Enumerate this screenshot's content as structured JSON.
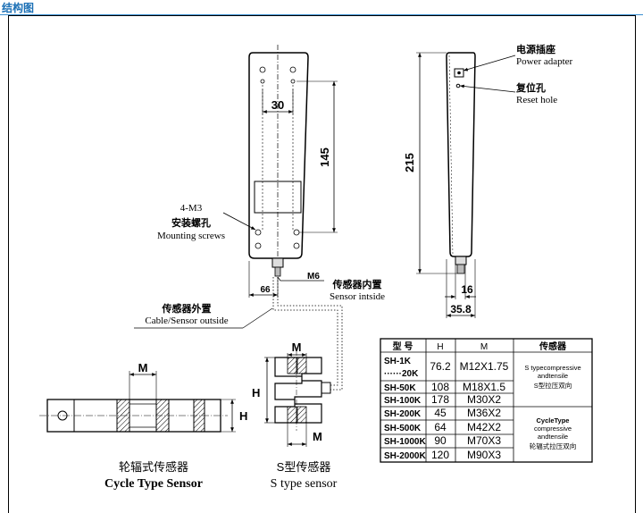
{
  "header": {
    "title": "结构图"
  },
  "front_view": {
    "dim_width": "30",
    "dim_height": "145",
    "mount_cn_1": "4-M3",
    "mount_cn_2": "安装螺孔",
    "mount_en": "Mounting screws",
    "dim_bottom": "66",
    "dim_thread": "M6",
    "sensor_inside_cn": "传感器内置",
    "sensor_inside_en": "Sensor intside",
    "sensor_outside_cn": "传感器外置",
    "sensor_outside_en": "Cable/Sensor outside"
  },
  "side_view": {
    "power_cn": "电源插座",
    "power_en": "Power adapter",
    "reset_cn": "复位孔",
    "reset_en": "Reset hole",
    "dim_length": "215",
    "dim_16": "16",
    "dim_358": "35.8"
  },
  "cycle_sensor": {
    "label_m": "M",
    "label_h": "H",
    "title_cn": "轮辐式传感器",
    "title_en": "Cycle Type Sensor"
  },
  "s_sensor": {
    "label_m_top": "M",
    "label_h": "H",
    "label_m_bottom": "M",
    "title_cn": "S型传感器",
    "title_en": "S type sensor"
  },
  "spec_table": {
    "headers": [
      "型  号",
      "H",
      "M",
      "传感器"
    ],
    "rows": [
      {
        "model_1": "SH-1K",
        "model_2": "······20K",
        "h": "76.2",
        "m": "M12X1.75"
      },
      {
        "model": "SH-50K",
        "h": "108",
        "m": "M18X1.5"
      },
      {
        "model": "SH-100K",
        "h": "178",
        "m": "M30X2"
      },
      {
        "model": "SH-200K",
        "h": "45",
        "m": "M36X2"
      },
      {
        "model": "SH-500K",
        "h": "64",
        "m": "M42X2"
      },
      {
        "model": "SH-1000K",
        "h": "90",
        "m": "M70X3"
      },
      {
        "model": "SH-2000K",
        "h": "120",
        "m": "M90X3"
      }
    ],
    "group_1": {
      "en_1": "S typecompressive",
      "en_2": "andtensile",
      "cn": "S型拉压双向"
    },
    "group_2": {
      "en_1": "CycleType",
      "en_2": "compressive",
      "en_3": "andtensile",
      "cn": "轮辐式拉压双向"
    }
  }
}
